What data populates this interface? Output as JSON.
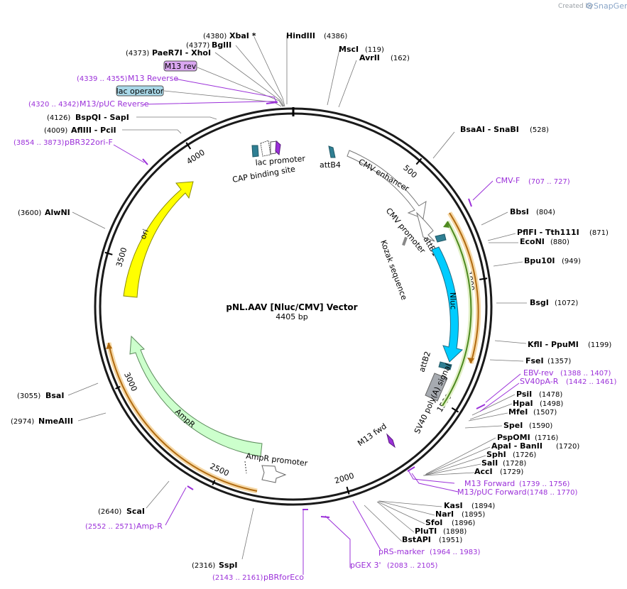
{
  "credit": {
    "prefix": "Created by",
    "brand": "SnapGene"
  },
  "title": "pNL.AAV [Nluc/CMV] Vector",
  "subtitle": "4405 bp",
  "total_bp": 4405,
  "ticks": [
    "500",
    "1000",
    "1500",
    "2000",
    "2500",
    "3000",
    "3500",
    "4000"
  ],
  "colors": {
    "primer": "#9b30d9",
    "ori": "#ffff00",
    "ampr": "#ccffcc",
    "nluc": "#00ccff",
    "orf": "#e8a23c",
    "nluc_orf": "#7ac142",
    "att": "#2f7f93",
    "polyA": "#a6aab0",
    "cap": "#2f7f93"
  },
  "enzymes": [
    {
      "pos": "(4380)",
      "name": "XbaI *"
    },
    {
      "pos": "(4377)",
      "name": "BglII"
    },
    {
      "pos": "(4373)",
      "name": "PaeR7I   - XhoI"
    },
    {
      "pos": "(4126)",
      "name": "BspQI   - SapI"
    },
    {
      "pos": "(4009)",
      "name": "AflIII   - PciI"
    },
    {
      "pos": "(3600)",
      "name": "AlwNI"
    },
    {
      "pos": "(3055)",
      "name": "BsaI"
    },
    {
      "pos": "(2974)",
      "name": "NmeAIII"
    },
    {
      "pos": "(2640)",
      "name": "ScaI"
    },
    {
      "pos": "(2316)",
      "name": "SspI"
    },
    {
      "pos": "(4386)",
      "name": "HindIII"
    },
    {
      "pos": "(119)",
      "name": "MscI"
    },
    {
      "pos": "(162)",
      "name": "AvrII"
    },
    {
      "pos": "(528)",
      "name": "BsaAI   - SnaBI"
    },
    {
      "pos": "(804)",
      "name": "BbsI"
    },
    {
      "pos": "(871)",
      "name": "PflFI   - Tth111I"
    },
    {
      "pos": "(880)",
      "name": "EcoNI"
    },
    {
      "pos": "(949)",
      "name": "Bpu10I"
    },
    {
      "pos": "(1072)",
      "name": "BsgI"
    },
    {
      "pos": "(1199)",
      "name": "KflI   - PpuMI"
    },
    {
      "pos": "(1357)",
      "name": "FseI"
    },
    {
      "pos": "(1478)",
      "name": "PsiI"
    },
    {
      "pos": "(1498)",
      "name": "HpaI"
    },
    {
      "pos": "(1507)",
      "name": "MfeI"
    },
    {
      "pos": "(1590)",
      "name": "SpeI"
    },
    {
      "pos": "(1716)",
      "name": "PspOMI"
    },
    {
      "pos": "(1720)",
      "name": "ApaI   - BanII"
    },
    {
      "pos": "(1726)",
      "name": "SphI"
    },
    {
      "pos": "(1728)",
      "name": "SalI"
    },
    {
      "pos": "(1729)",
      "name": "AccI"
    },
    {
      "pos": "(1894)",
      "name": "KasI"
    },
    {
      "pos": "(1895)",
      "name": "NarI"
    },
    {
      "pos": "(1896)",
      "name": "SfoI"
    },
    {
      "pos": "(1898)",
      "name": "PluTI"
    },
    {
      "pos": "(1951)",
      "name": "BstAPI"
    }
  ],
  "primers": [
    {
      "range": "(4339 .. 4355)",
      "name": "M13 Reverse"
    },
    {
      "range": "(4320 .. 4342)",
      "name": "M13/pUC Reverse"
    },
    {
      "range": "(3854 .. 3873)",
      "name": "pBR322ori-F"
    },
    {
      "range": "(707 .. 727)",
      "name": "CMV-F"
    },
    {
      "range": "(1388 .. 1407)",
      "name": "EBV-rev"
    },
    {
      "range": "(1442 .. 1461)",
      "name": "SV40pA-R"
    },
    {
      "range": "(1739 .. 1756)",
      "name": "M13 Forward"
    },
    {
      "range": "(1748 .. 1770)",
      "name": "M13/pUC Forward"
    },
    {
      "range": "(1964 .. 1983)",
      "name": "pRS-marker"
    },
    {
      "range": "(2083 .. 2105)",
      "name": "pGEX 3'"
    },
    {
      "range": "(2143 .. 2161)",
      "name": "pBRforEco"
    },
    {
      "range": "(2552 .. 2571)",
      "name": "Amp-R"
    }
  ],
  "boxes": {
    "m13_rev": "M13 rev",
    "lac_operator": "lac operator"
  },
  "features": {
    "lac_promoter": "lac promoter",
    "cap_site": "CAP binding site",
    "attB4": "attB4",
    "cmv_enhancer": "CMV enhancer",
    "cmv_promoter": "CMV promoter",
    "attB1": "attB1",
    "kozak": "Kozak sequence",
    "nluc": "Nluc",
    "attB2": "attB2",
    "sv40": "SV40 poly(A) signal",
    "m13fwd": "M13 fwd",
    "ori": "ori",
    "ampr": "AmpR",
    "ampr_promoter": "AmpR promoter"
  }
}
